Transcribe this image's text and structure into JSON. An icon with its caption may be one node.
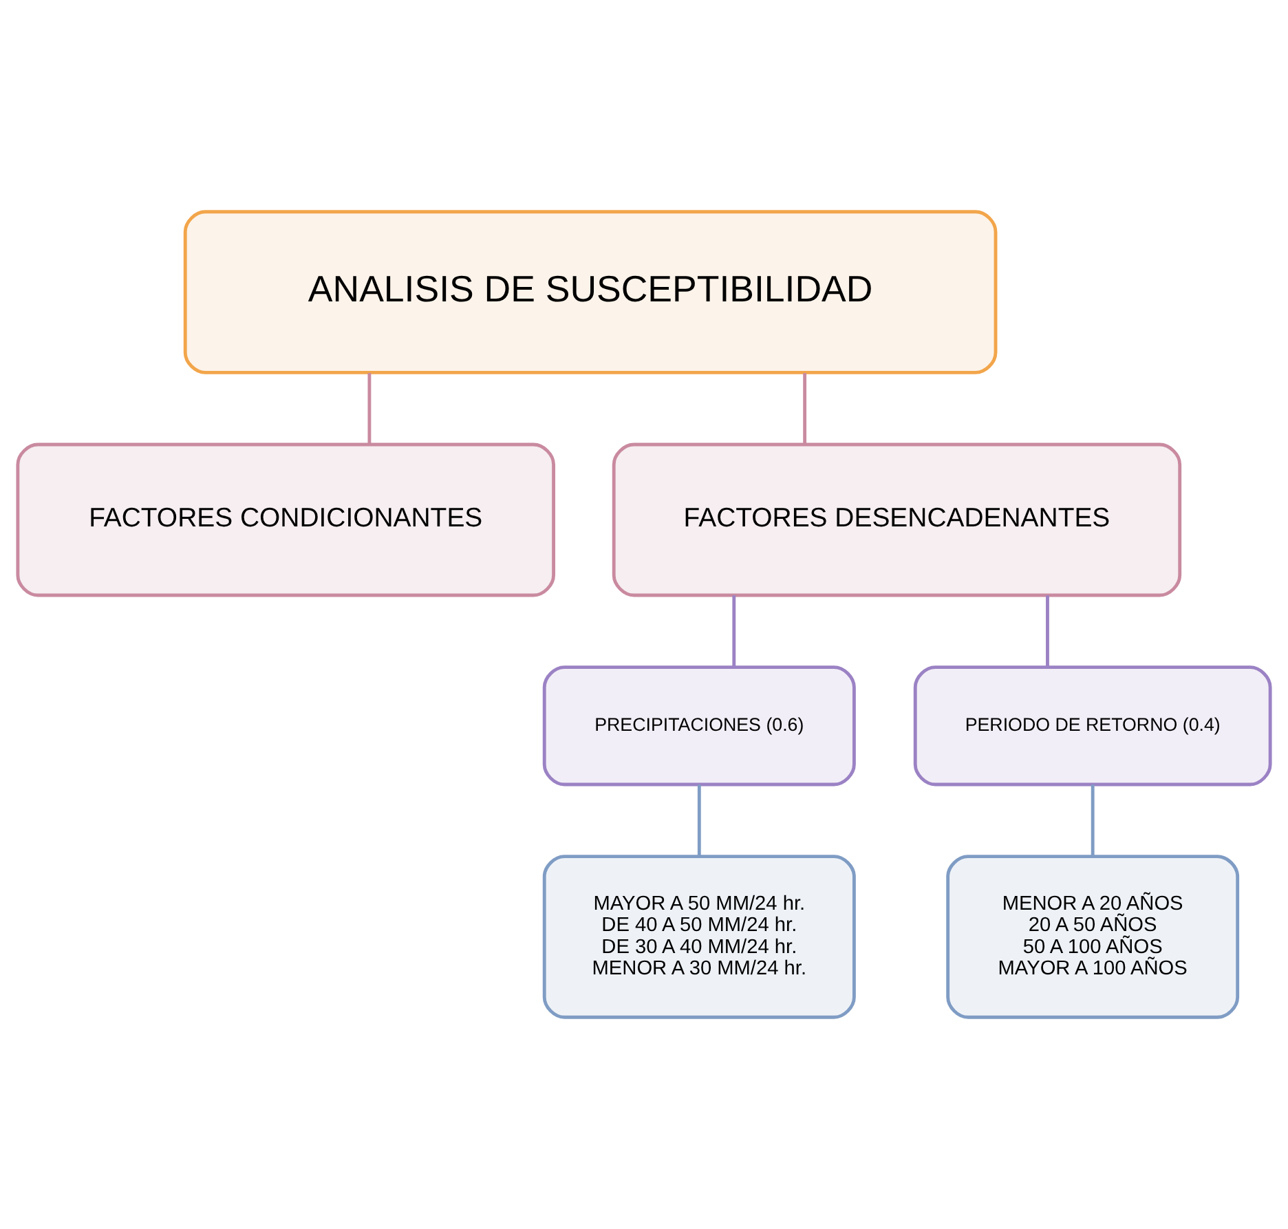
{
  "diagram": {
    "nodes": [
      {
        "text": [
          "ANALISIS DE SUSCEPTIBILIDAD"
        ]
      },
      {
        "text": [
          "FACTORES CONDICIONANTES"
        ]
      },
      {
        "text": [
          "FACTORES DESENCADENANTES"
        ]
      },
      {
        "text": [
          "PRECIPITACIONES (0.6)"
        ]
      },
      {
        "text": [
          "PERIODO DE RETORNO (0.4)"
        ]
      },
      {
        "text": [
          "MAYOR A 50 MM/24 hr.",
          "DE 40 A 50 MM/24 hr.",
          "DE 30 A 40 MM/24 hr.",
          "MENOR A 30 MM/24 hr."
        ]
      },
      {
        "text": [
          "MENOR A 20 AÑOS",
          "20 A 50 AÑOS",
          "50 A 100 AÑOS",
          "MAYOR A 100 AÑOS"
        ]
      }
    ],
    "edges": [
      {
        "from": 0,
        "to": 1,
        "arrow": "none",
        "color": "#c98aa0"
      },
      {
        "from": 0,
        "to": 2,
        "arrow": "none",
        "color": "#c98aa0"
      },
      {
        "from": 2,
        "to": 3,
        "arrow": "none",
        "color": "#9b82c4"
      },
      {
        "from": 2,
        "to": 4,
        "arrow": "none",
        "color": "#9b82c4"
      },
      {
        "from": 3,
        "to": 5,
        "arrow": "none",
        "color": "#7f9cc4"
      },
      {
        "from": 4,
        "to": 6,
        "arrow": "none",
        "color": "#7f9cc4"
      }
    ]
  }
}
